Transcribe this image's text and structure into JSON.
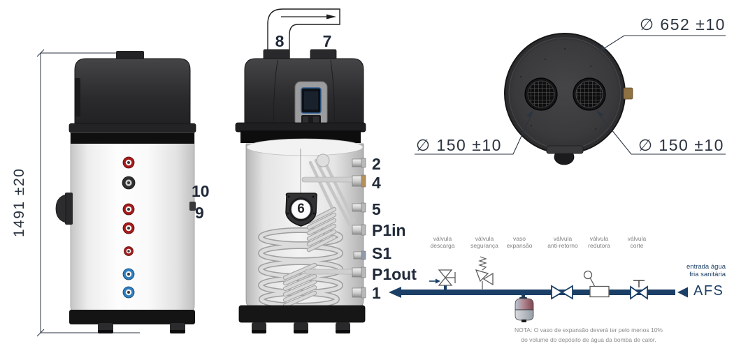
{
  "side_view": {
    "height_dimension": "1491 ±20",
    "port_label_10": "10",
    "port_label_9": "9"
  },
  "front_view": {
    "duct_label": "8",
    "vent_label": "7",
    "coil_badge": "6",
    "port_labels": [
      "2",
      "4",
      "5",
      "P1in",
      "S1",
      "P1out",
      "1"
    ]
  },
  "top_view": {
    "diameter_main": "∅ 652 ±10",
    "diameter_left_grille": "∅ 150 ±10",
    "diameter_right_grille": "∅ 150 ±10"
  },
  "schematic": {
    "component_labels": [
      [
        "válvula",
        "descarga"
      ],
      [
        "válvula",
        "segurança"
      ],
      [
        "vaso",
        "expansão"
      ],
      [
        "válvula",
        "anti-retorno"
      ],
      [
        "válvula",
        "redutora"
      ],
      [
        "válvula",
        "corte"
      ]
    ],
    "inlet_caption": [
      "entrada água",
      "fria sanitária"
    ],
    "line_label": "AFS",
    "note": [
      "NOTA: O vaso de expansão deverá ter pelo menos 10%",
      "do volume do depósito de água da bomba de calor."
    ]
  },
  "colors": {
    "pipe_navy": "#1b3f66",
    "port_red": "#a51a1a",
    "port_blue": "#2d7fc1",
    "label_dark": "#202938",
    "dimension_text": "#2b3440"
  }
}
